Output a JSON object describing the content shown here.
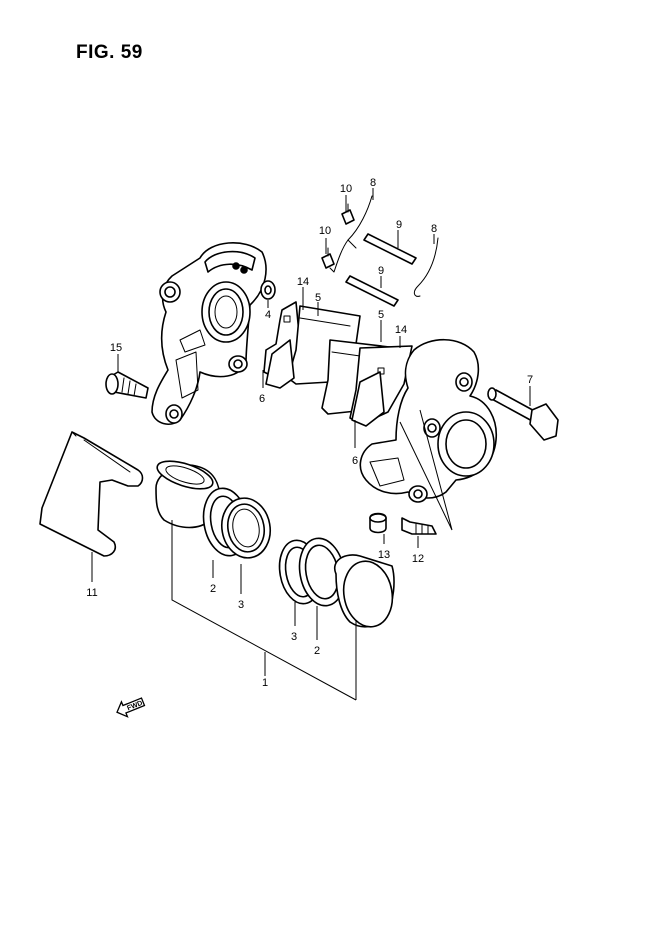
{
  "figure": {
    "title": "FIG. 59"
  },
  "callouts": [
    {
      "id": "c10a",
      "label": "10"
    },
    {
      "id": "c8a",
      "label": "8"
    },
    {
      "id": "c10b",
      "label": "10"
    },
    {
      "id": "c9a",
      "label": "9"
    },
    {
      "id": "c8b",
      "label": "8"
    },
    {
      "id": "c9b",
      "label": "9"
    },
    {
      "id": "c14a",
      "label": "14"
    },
    {
      "id": "c5a",
      "label": "5"
    },
    {
      "id": "c4",
      "label": "4"
    },
    {
      "id": "c5b",
      "label": "5"
    },
    {
      "id": "c14b",
      "label": "14"
    },
    {
      "id": "c15",
      "label": "15"
    },
    {
      "id": "c6a",
      "label": "6"
    },
    {
      "id": "c7",
      "label": "7"
    },
    {
      "id": "c6b",
      "label": "6"
    },
    {
      "id": "c13",
      "label": "13"
    },
    {
      "id": "c12",
      "label": "12"
    },
    {
      "id": "c11",
      "label": "11"
    },
    {
      "id": "c2a",
      "label": "2"
    },
    {
      "id": "c3a",
      "label": "3"
    },
    {
      "id": "c3b",
      "label": "3"
    },
    {
      "id": "c2b",
      "label": "2"
    },
    {
      "id": "c1",
      "label": "1"
    }
  ],
  "fwd_marker": {
    "text": "FWD",
    "icon": "fwd-arrow-icon"
  }
}
